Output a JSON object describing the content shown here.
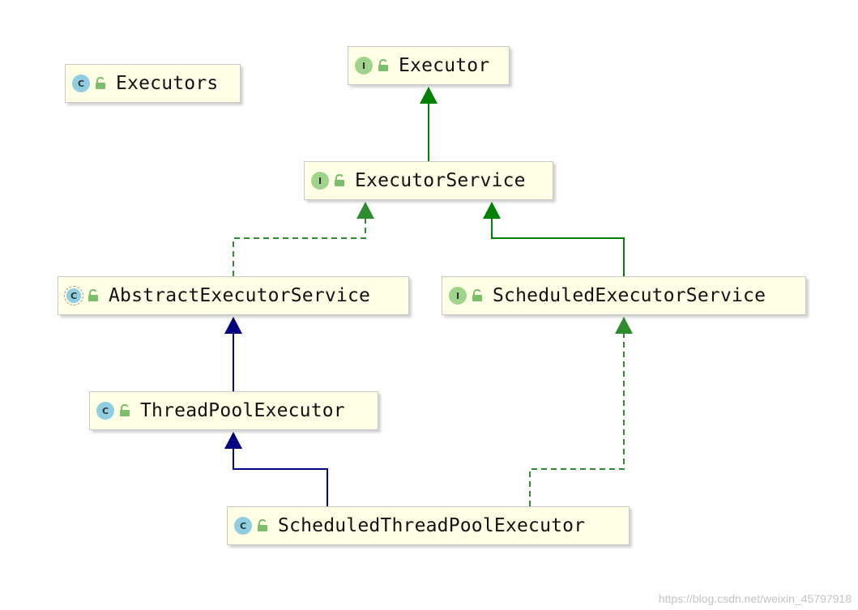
{
  "colors": {
    "node_fill": "#ffffe5",
    "node_border": "#c8c8c8",
    "class_icon": "#8fcde0",
    "interface_icon": "#a0d38b",
    "extends_interface_edge": "#008000",
    "implements_edge": "#2e8b2e",
    "extends_class_edge": "#000080"
  },
  "icon_letters": {
    "class": "C",
    "interface": "I"
  },
  "nodes": [
    {
      "id": "executors",
      "label": "Executors",
      "kind": "class",
      "icon": "class-icon"
    },
    {
      "id": "executor",
      "label": "Executor",
      "kind": "interface",
      "icon": "interface-icon"
    },
    {
      "id": "executor_service",
      "label": "ExecutorService",
      "kind": "interface",
      "icon": "interface-icon"
    },
    {
      "id": "abstract_executor_service",
      "label": "AbstractExecutorService",
      "kind": "abstract-class",
      "icon": "abstract-class-icon"
    },
    {
      "id": "scheduled_executor_service",
      "label": "ScheduledExecutorService",
      "kind": "interface",
      "icon": "interface-icon"
    },
    {
      "id": "thread_pool_executor",
      "label": "ThreadPoolExecutor",
      "kind": "class",
      "icon": "class-icon"
    },
    {
      "id": "scheduled_thread_pool_executor",
      "label": "ScheduledThreadPoolExecutor",
      "kind": "class",
      "icon": "class-icon"
    }
  ],
  "edges": [
    {
      "from": "executor_service",
      "to": "executor",
      "type": "extends-interface",
      "style": "solid"
    },
    {
      "from": "abstract_executor_service",
      "to": "executor_service",
      "type": "implements",
      "style": "dashed"
    },
    {
      "from": "scheduled_executor_service",
      "to": "executor_service",
      "type": "extends-interface",
      "style": "solid"
    },
    {
      "from": "thread_pool_executor",
      "to": "abstract_executor_service",
      "type": "extends-class",
      "style": "solid"
    },
    {
      "from": "scheduled_thread_pool_executor",
      "to": "thread_pool_executor",
      "type": "extends-class",
      "style": "solid"
    },
    {
      "from": "scheduled_thread_pool_executor",
      "to": "scheduled_executor_service",
      "type": "implements",
      "style": "dashed"
    }
  ],
  "watermark": "https://blog.csdn.net/weixin_45797918"
}
